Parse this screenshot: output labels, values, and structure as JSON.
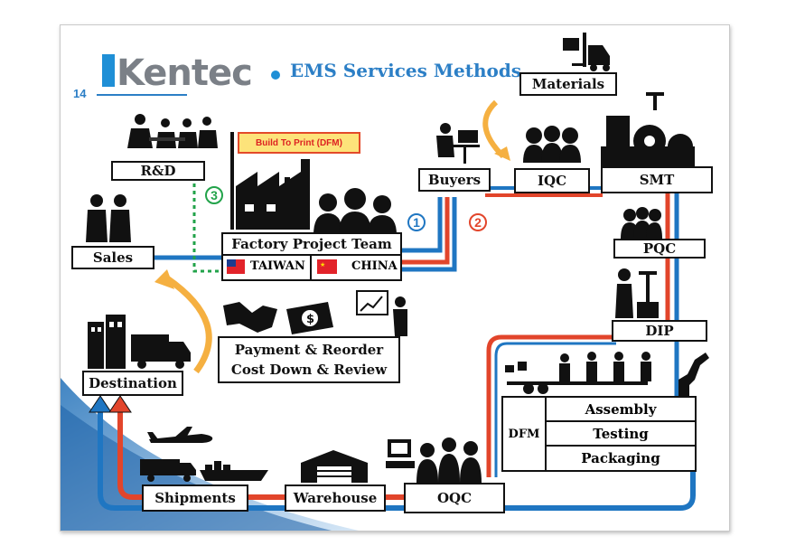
{
  "header": {
    "page_number": "14",
    "logo_name": "Kentec",
    "title": "EMS Services Methods"
  },
  "badges": {
    "one": "1",
    "two": "2",
    "three": "3"
  },
  "banner": "Build To Print (DFM)",
  "nodes": {
    "rnd": "R&D",
    "sales": "Sales",
    "factory_team": "Factory Project Team",
    "taiwan": "TAIWAN",
    "china": "CHINA",
    "buyers": "Buyers",
    "iqc": "IQC",
    "smt": "SMT",
    "materials": "Materials",
    "pqc": "PQC",
    "dip": "DIP",
    "payment_line1": "Payment & Reorder",
    "payment_line2": "Cost Down & Review",
    "destination": "Destination",
    "dfm": "DFM",
    "assembly": "Assembly",
    "testing": "Testing",
    "packaging": "Packaging",
    "shipments": "Shipments",
    "warehouse": "Warehouse",
    "oqc": "OQC"
  },
  "icons": [
    "forklift-icon",
    "engineers-meeting-icon",
    "factory-icon",
    "workers-icon",
    "businessman-desk-icon",
    "inspectors-icon",
    "smt-machine-icon",
    "handshake-icon",
    "money-icon",
    "presentation-icon",
    "buildings-icon",
    "truck-icon",
    "airplane-icon",
    "ship-icon",
    "warehouse-icon",
    "assembly-line-icon",
    "robot-arm-icon",
    "computer-icon"
  ],
  "colors": {
    "blue": "#1f76c2",
    "red": "#e2452b",
    "brand_blue": "#2c7fc6",
    "green_dotted": "#22a34a",
    "arrow_orange": "#f5b041"
  }
}
